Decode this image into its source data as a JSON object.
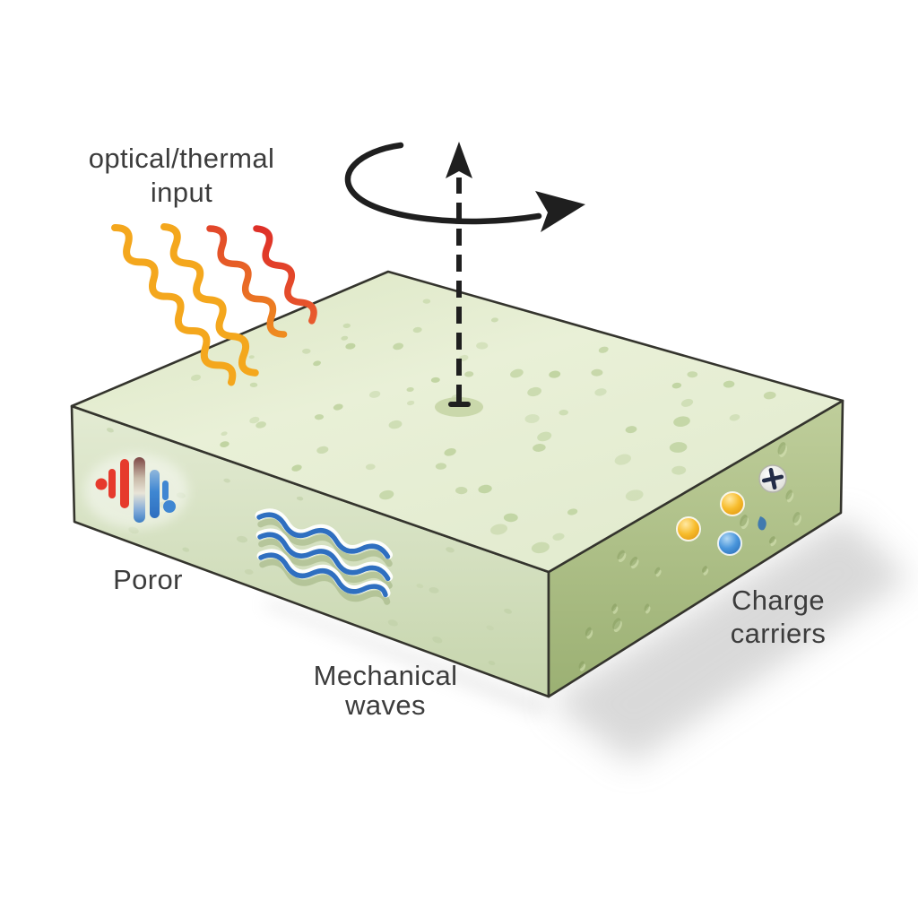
{
  "labels": {
    "optical_input": {
      "line1": "optical/thermal",
      "line2": "input"
    },
    "phonon": "Poror",
    "mechanical": {
      "line1": "Mechanical",
      "line2": "waves"
    },
    "charge": {
      "line1": "Charge",
      "line2": "carriers"
    }
  },
  "icons": {
    "heat_waves": [
      "amber-wavy-arrow",
      "amber-wavy-arrow",
      "orange-red-wavy-arrow",
      "red-wavy-arrow"
    ],
    "rotation_axis": "dashed-vertical-arrow-up",
    "rotation_arc": "curved-rotation-arrow",
    "phonon_waveform": "red-blue-soundwave-bars",
    "mechanical_waves": "three-blue-wavy-lines",
    "charge_carriers": [
      "yellow-sphere",
      "yellow-sphere",
      "blue-sphere",
      "plus-sign-circle"
    ]
  },
  "colors": {
    "slab_top": "#e7efd6",
    "slab_front": "#d5e1bd",
    "slab_side": "#aabf83",
    "outline": "#34342d",
    "heat_wave_amber": "#f4a71d",
    "heat_wave_orange": "#ed7125",
    "heat_wave_red": "#e23a28",
    "mech_wave_blue": "#2f6fc0",
    "phonon_red": "#e63a2c",
    "phonon_blue": "#3f87d2",
    "carrier_yellow": "#f7b92b",
    "carrier_blue": "#4a96dc",
    "plus_navy": "#232c47",
    "arrow_black": "#1f1f1f",
    "label_text": "#3c3c3c"
  }
}
